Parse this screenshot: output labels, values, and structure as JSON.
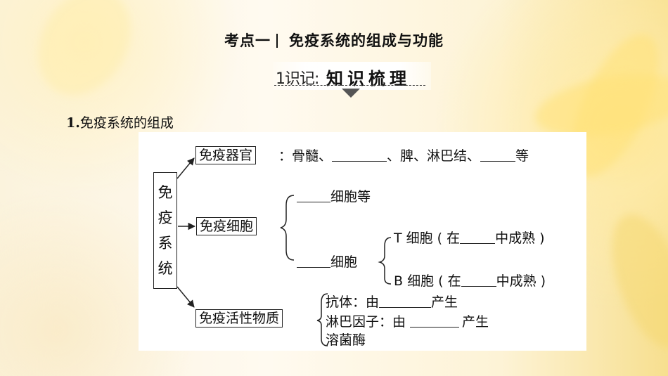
{
  "title": {
    "prefix": "考点一",
    "text": "免疫系统的组成与功能"
  },
  "badge": {
    "num": "1识记:",
    "main": "知识梳理"
  },
  "heading": {
    "num": "1.",
    "text": "免疫系统的组成"
  },
  "diagram": {
    "root": [
      "免",
      "疫",
      "系",
      "统"
    ],
    "organs": {
      "label": "免疫器官",
      "desc_a": "：骨髓、",
      "desc_b": "、脾、淋巴结、",
      "desc_c": "等"
    },
    "cells": {
      "label": "免疫细胞",
      "item1": "细胞等",
      "item2": "细胞",
      "t_prefix": "T 细胞 ( 在",
      "t_suffix": "中成熟 )",
      "b_prefix": "B 细胞 ( 在",
      "b_suffix": "中成熟 )"
    },
    "substances": {
      "label": "免疫活性物质",
      "antibody": "抗体：由",
      "antibody_end": "产生",
      "lymphokine": "淋巴因子：由",
      "lymphokine_end": "产生",
      "lysozyme": "溶菌酶"
    }
  }
}
